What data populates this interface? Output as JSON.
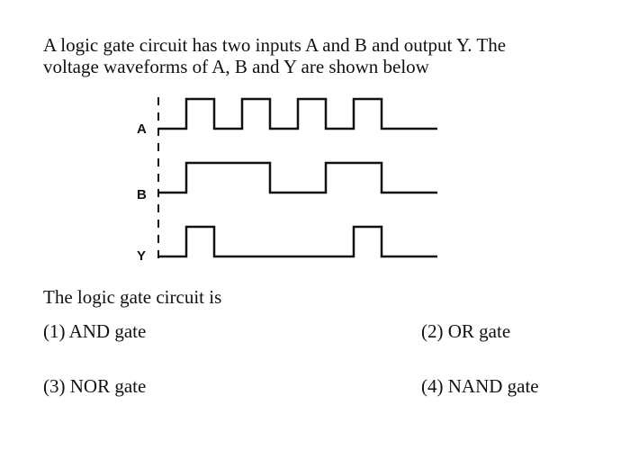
{
  "question": {
    "line1": "A logic gate circuit has two inputs A and B and output Y. The",
    "line2": "voltage waveforms of A, B and Y are shown below"
  },
  "waveforms": {
    "labels": [
      "A",
      "B",
      "Y"
    ],
    "signals": [
      {
        "name": "A",
        "levels": [
          0,
          1,
          0,
          1,
          0,
          1,
          0,
          1,
          0,
          0
        ]
      },
      {
        "name": "B",
        "levels": [
          0,
          1,
          1,
          1,
          0,
          0,
          1,
          1,
          0,
          0
        ]
      },
      {
        "name": "Y",
        "levels": [
          0,
          1,
          0,
          0,
          0,
          0,
          0,
          1,
          0,
          0
        ]
      }
    ]
  },
  "prompt": "The logic gate circuit is",
  "options": [
    {
      "number": "(1)",
      "text": "(1) AND gate"
    },
    {
      "number": "(2)",
      "text": "(2) OR gate"
    },
    {
      "number": "(3)",
      "text": "(3)  NOR gate"
    },
    {
      "number": "(4)",
      "text": "(4) NAND gate"
    }
  ]
}
